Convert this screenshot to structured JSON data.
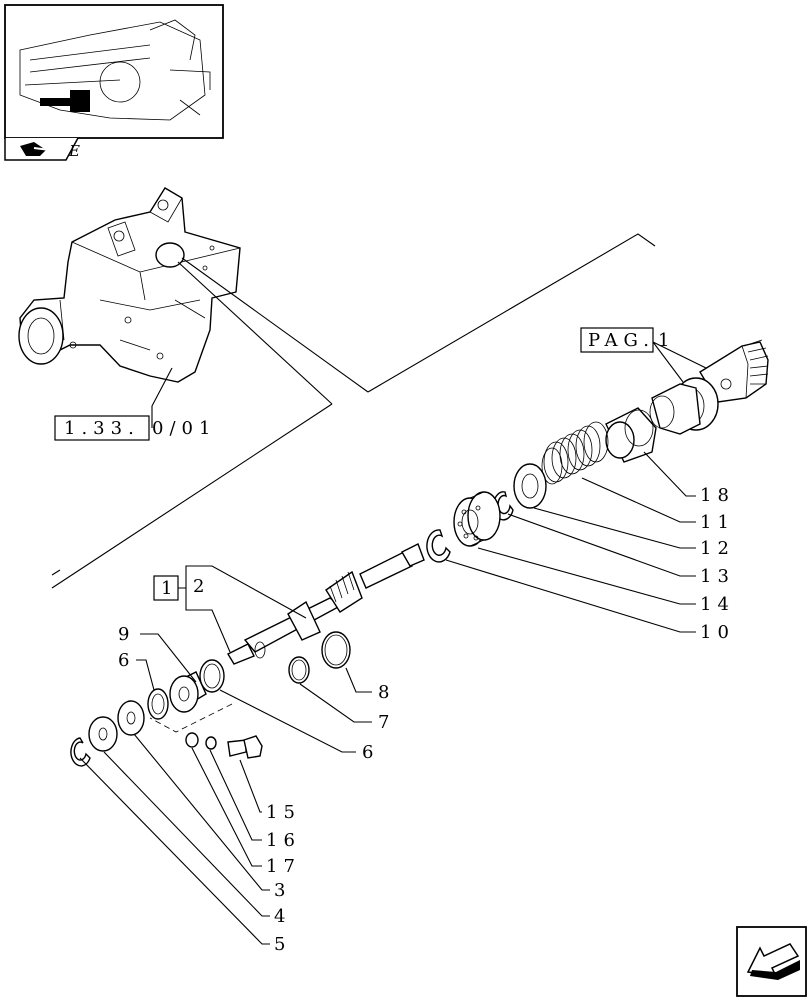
{
  "inset_tab": "E",
  "refs": {
    "pag_box": "PAG.",
    "pag_num": "1",
    "sec_box": "1.33.",
    "sec_tail": "0/01",
    "kit_box": "1",
    "kit_num": "2"
  },
  "callouts": {
    "c18": "18",
    "c11": "11",
    "c12": "12",
    "c13": "13",
    "c14": "14",
    "c10": "10",
    "c8": "8",
    "c7": "7",
    "c6b": "6",
    "c9": "9",
    "c6a": "6",
    "c15": "15",
    "c16": "16",
    "c17": "17",
    "c3": "3",
    "c4": "4",
    "c5": "5"
  },
  "icons": {
    "nav": "arrow-back-icon",
    "tab": "book-tab-icon"
  }
}
